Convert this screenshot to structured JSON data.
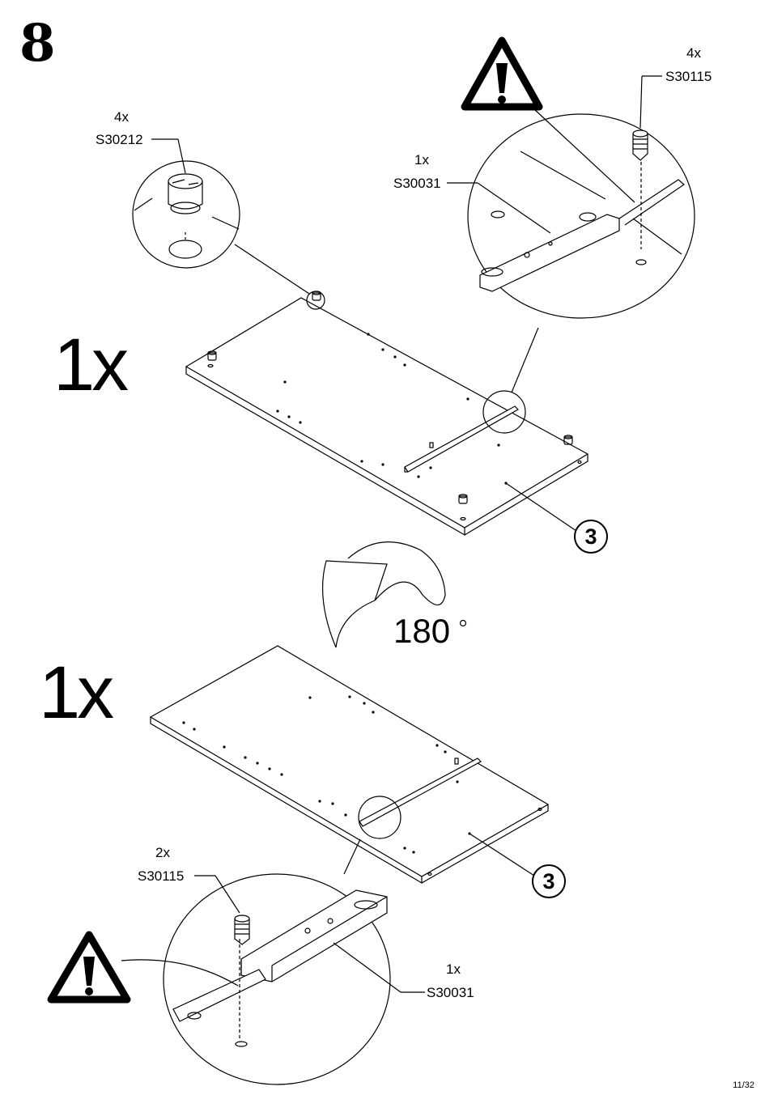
{
  "step": {
    "number": "8"
  },
  "page": {
    "number": "11/32"
  },
  "top_view": {
    "quantity": "1x",
    "part_number": "3",
    "callouts": {
      "cam_lock": {
        "qty": "4x",
        "code": "S30212"
      },
      "slide_rail": {
        "qty": "1x",
        "code": "S30031"
      },
      "screw": {
        "qty": "4x",
        "code": "S30115"
      }
    }
  },
  "rotation": {
    "angle": "180",
    "unit": "°"
  },
  "bottom_view": {
    "quantity": "1x",
    "part_number": "3",
    "callouts": {
      "screw": {
        "qty": "2x",
        "code": "S30115"
      },
      "slide_rail": {
        "qty": "1x",
        "code": "S30031"
      }
    }
  }
}
